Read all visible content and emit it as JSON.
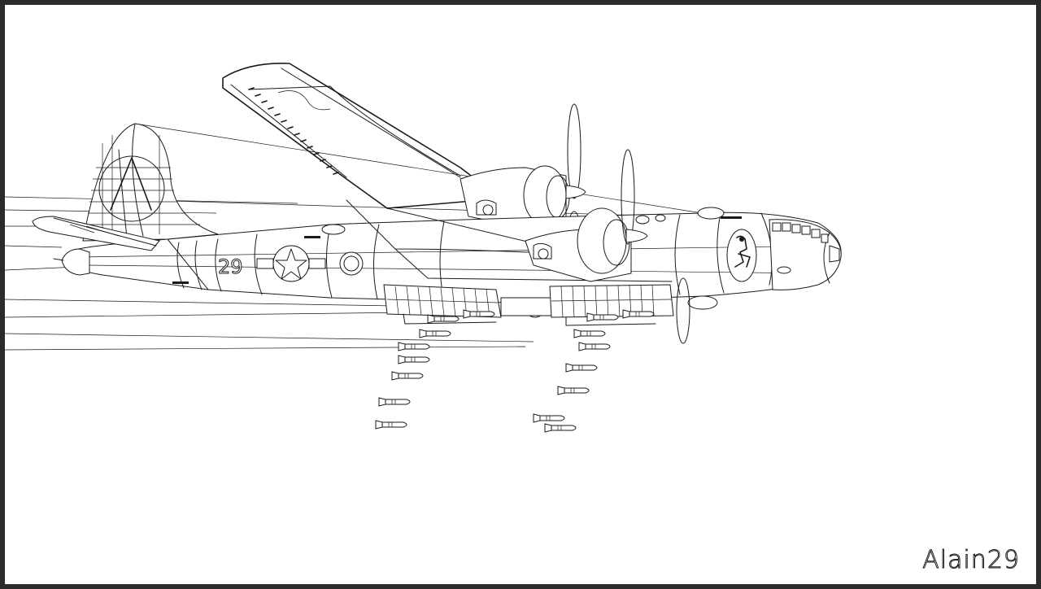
{
  "artwork": {
    "tail_number": "29",
    "signature": "Alain29",
    "colors": {
      "frame": "#2b2b2b",
      "canvas": "#ffffff",
      "ink": "#1a1a1a"
    },
    "bomb_stick_left_count": 8,
    "bomb_stick_right_count": 8
  }
}
